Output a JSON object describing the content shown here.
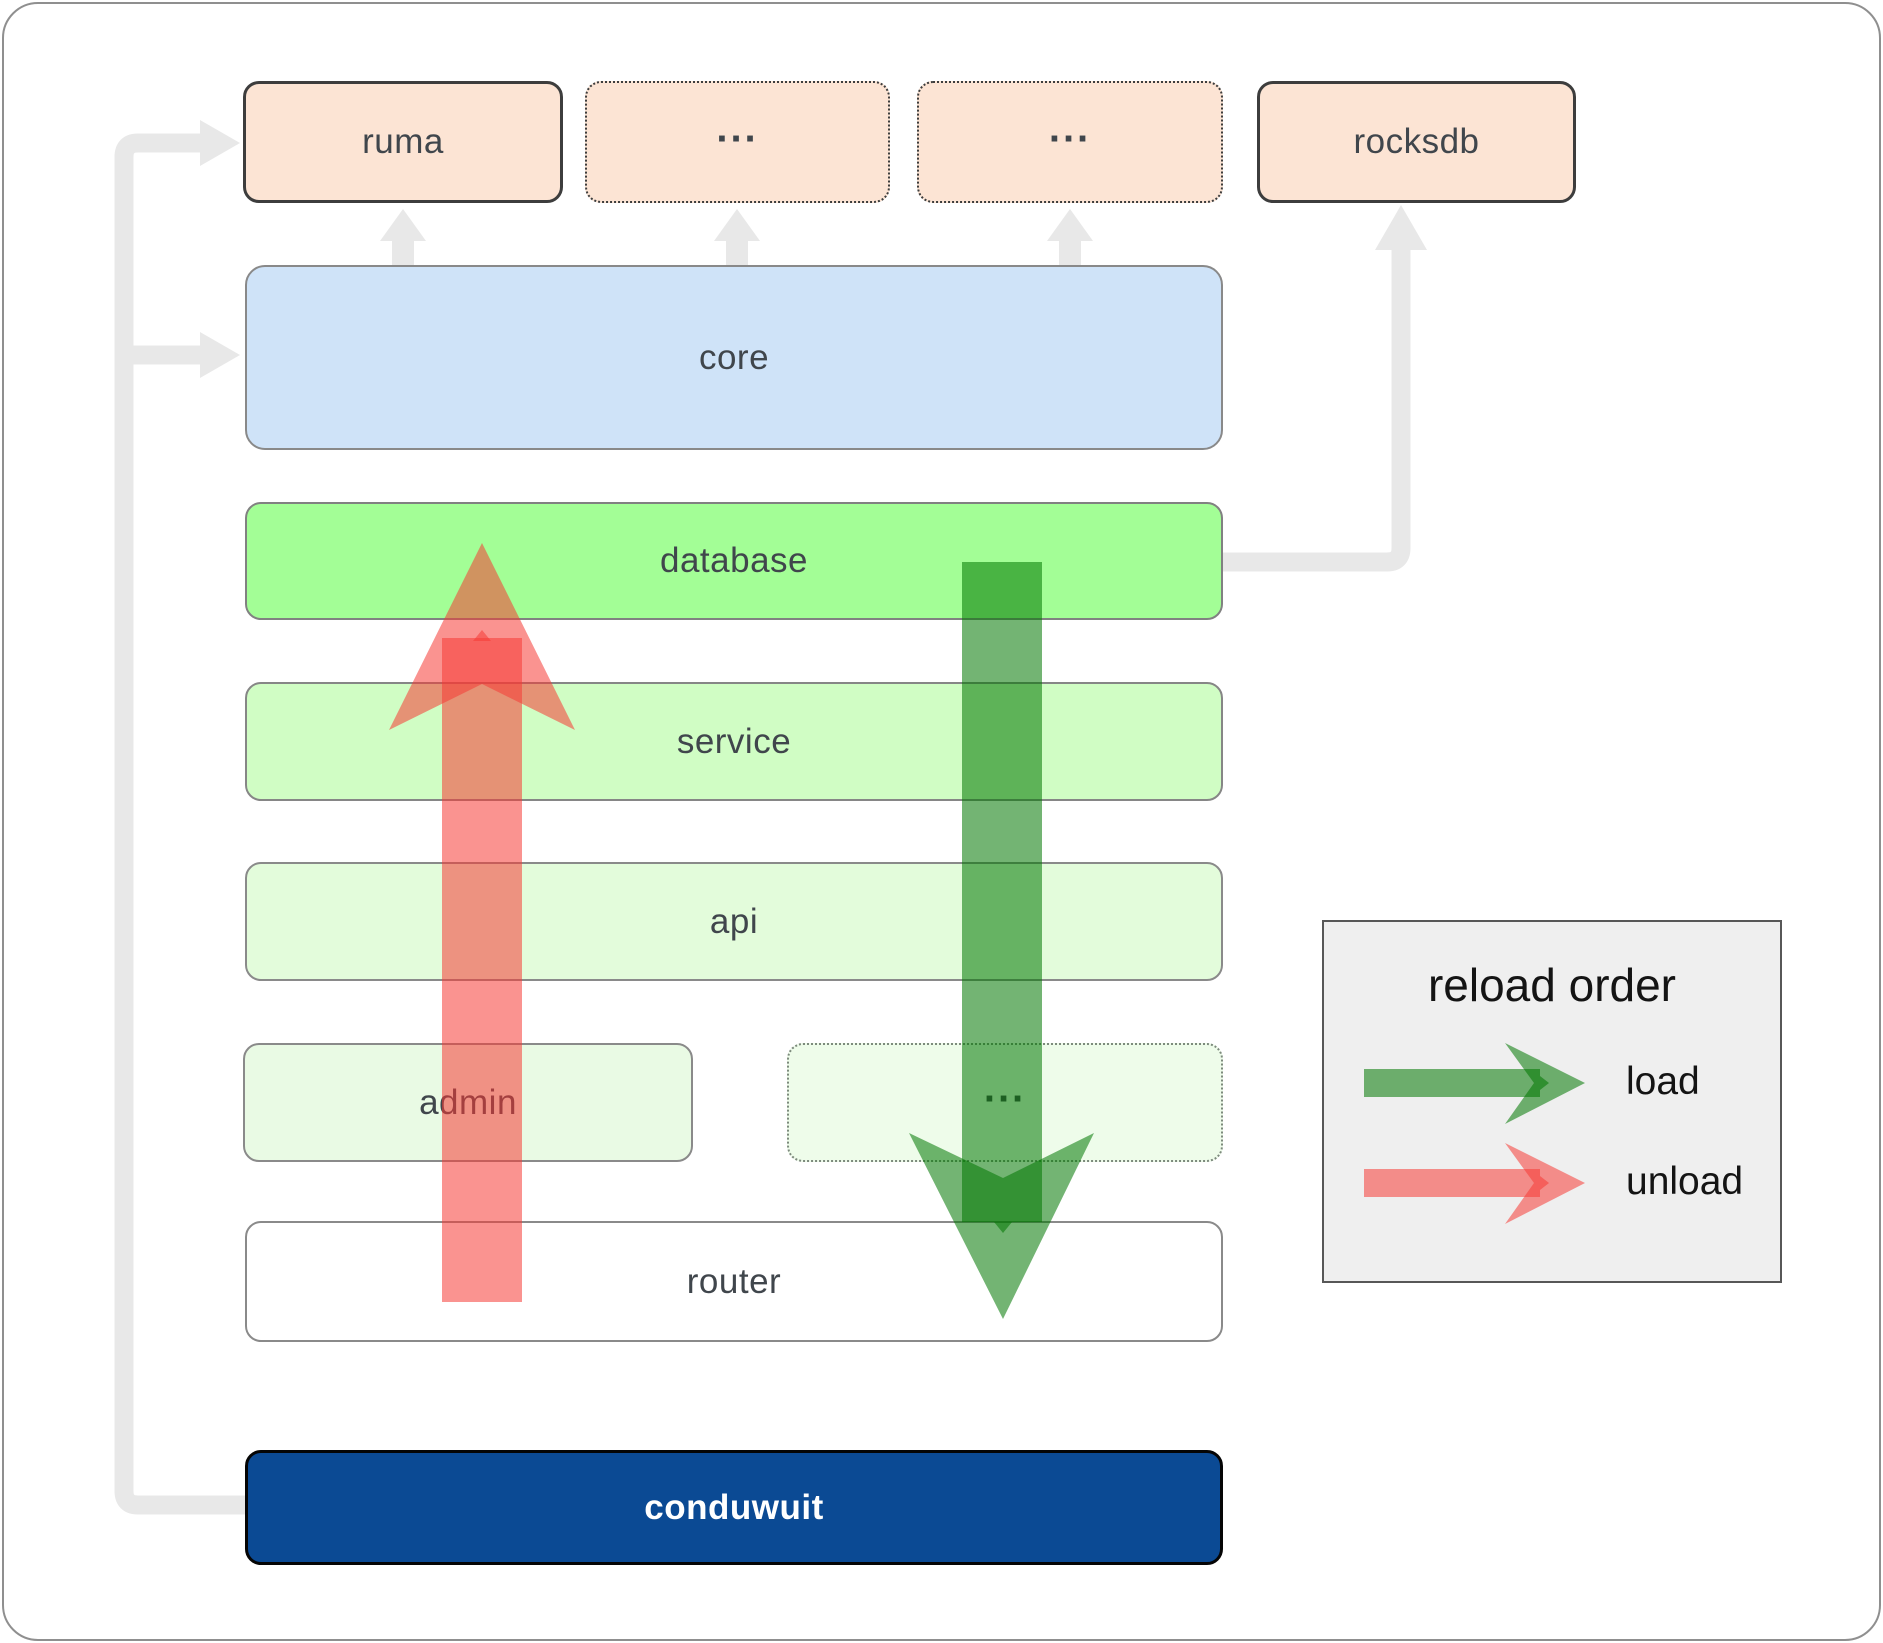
{
  "boxes": {
    "ruma": {
      "label": "ruma"
    },
    "ellipsis_top_1": {
      "label": "..."
    },
    "ellipsis_top_2": {
      "label": "..."
    },
    "rocksdb": {
      "label": "rocksdb"
    },
    "core": {
      "label": "core"
    },
    "database": {
      "label": "database"
    },
    "service": {
      "label": "service"
    },
    "api": {
      "label": "api"
    },
    "admin": {
      "label": "admin"
    },
    "ellipsis_admin_row": {
      "label": "..."
    },
    "router": {
      "label": "router"
    },
    "conduwuit": {
      "label": "conduwuit"
    }
  },
  "legend": {
    "title": "reload order",
    "load_label": "load",
    "unload_label": "unload"
  },
  "colors": {
    "load_arrow_green": "#007600",
    "unload_arrow_red": "#f63a34",
    "peach_fill": "#fce4d4",
    "core_fill": "#cfe3f8",
    "database_fill": "#a3fe96",
    "service_fill": "#d0fdc4",
    "api_fill": "#e3fcdb",
    "admin_fill": "#e9fae4",
    "router_fill": "#ffffff",
    "conduwuit_fill": "#0b4a94",
    "connector_gray": "#e8e8e8",
    "legend_background": "#efefef",
    "label_text": "#40464c"
  }
}
